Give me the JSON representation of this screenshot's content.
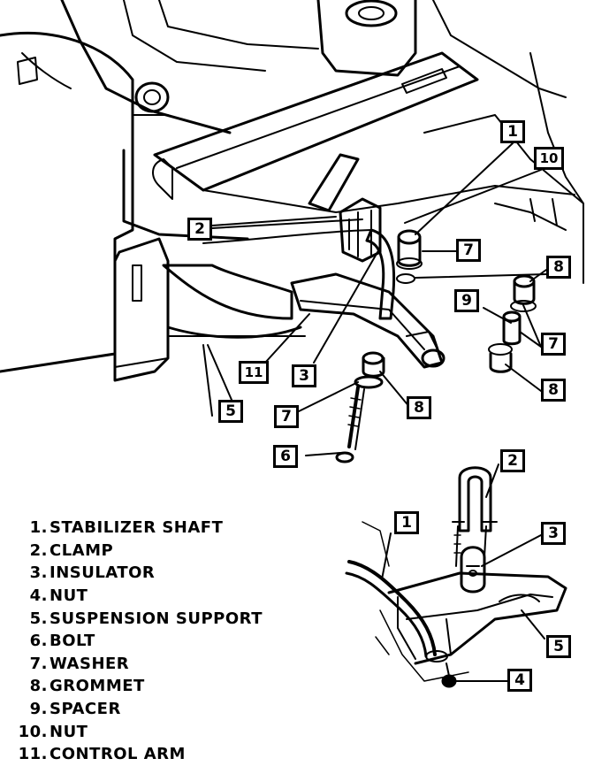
{
  "colors": {
    "ink": "#000000",
    "paper": "#ffffff"
  },
  "upper_view": {
    "callouts": [
      {
        "id": "c1",
        "label": "1"
      },
      {
        "id": "c10",
        "label": "10"
      },
      {
        "id": "c2",
        "label": "2"
      },
      {
        "id": "c7a",
        "label": "7"
      },
      {
        "id": "c8a",
        "label": "8"
      },
      {
        "id": "c9",
        "label": "9"
      },
      {
        "id": "c7b",
        "label": "7"
      },
      {
        "id": "c8b",
        "label": "8"
      },
      {
        "id": "c11",
        "label": "11"
      },
      {
        "id": "c3",
        "label": "3"
      },
      {
        "id": "c5",
        "label": "5"
      },
      {
        "id": "c7c",
        "label": "7"
      },
      {
        "id": "c8c",
        "label": "8"
      },
      {
        "id": "c6",
        "label": "6"
      }
    ]
  },
  "lower_view": {
    "callouts": [
      {
        "id": "d2",
        "label": "2"
      },
      {
        "id": "d1",
        "label": "1"
      },
      {
        "id": "d3",
        "label": "3"
      },
      {
        "id": "d5",
        "label": "5"
      },
      {
        "id": "d4",
        "label": "4"
      }
    ]
  },
  "legend": [
    {
      "num": "1.",
      "text": "STABILIZER SHAFT"
    },
    {
      "num": "2.",
      "text": "CLAMP"
    },
    {
      "num": "3.",
      "text": "INSULATOR"
    },
    {
      "num": "4.",
      "text": "NUT"
    },
    {
      "num": "5.",
      "text": "SUSPENSION SUPPORT"
    },
    {
      "num": "6.",
      "text": "BOLT"
    },
    {
      "num": "7.",
      "text": "WASHER"
    },
    {
      "num": "8.",
      "text": "GROMMET"
    },
    {
      "num": "9.",
      "text": "SPACER"
    },
    {
      "num": "10.",
      "text": "NUT"
    },
    {
      "num": "11.",
      "text": "CONTROL ARM"
    }
  ]
}
